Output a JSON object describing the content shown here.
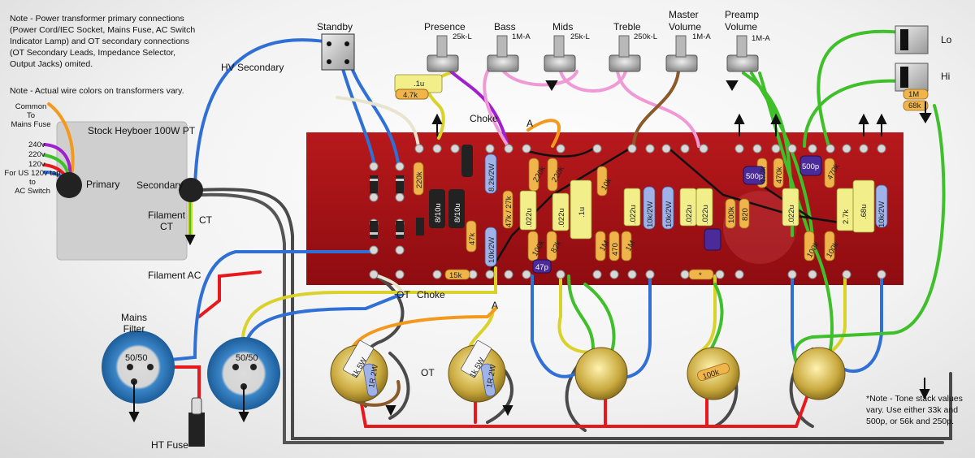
{
  "notes": {
    "note1": [
      "Note -  Power transformer primary connections",
      "(Power Cord/IEC Socket, Mains Fuse, AC Switch",
      "Indicator Lamp) and OT secondary connections",
      "(OT Secondary Leads, Impedance Selector,",
      "Output Jacks) omited."
    ],
    "note2": "Note -  Actual wire colors on transformers vary.",
    "tone_note": [
      "*Note -  Tone stack values",
      "vary.  Use  either 33k and",
      "500p, or 56k and 250p."
    ]
  },
  "transformer": {
    "title": "Stock Heyboer 100W PT",
    "common": [
      "Common",
      "To",
      "Mains Fuse"
    ],
    "taps": [
      "240v",
      "220v",
      "120v"
    ],
    "us_tap": [
      "For US 120v tap",
      "to",
      "AC Switch"
    ],
    "primary": "Primary",
    "secondary": "Secondary",
    "filament": [
      "Filament",
      "CT"
    ],
    "ct": "CT"
  },
  "labels": {
    "hv_secondary": "HV Secondary",
    "standby": "Standby",
    "choke_top": "Choke",
    "a_top": "A",
    "a_bottom": "A",
    "filament_ac": "Filament AC",
    "ot": "OT",
    "choke_bottom": "Choke",
    "ot_board": "OT",
    "mains_filter": [
      "Mains",
      "Filter"
    ],
    "ht_fuse": "HT Fuse",
    "lo": "Lo",
    "hi": "Hi"
  },
  "pots": [
    {
      "name": "Presence",
      "value": "25k-L"
    },
    {
      "name": "Bass",
      "value": "1M-A"
    },
    {
      "name": "Mids",
      "value": "25k-L"
    },
    {
      "name": "Treble",
      "value": "250k-L"
    },
    {
      "name": [
        "Master",
        "Volume"
      ],
      "value": "1M-A"
    },
    {
      "name": [
        "Preamp",
        "Volume"
      ],
      "value": "1M-A"
    }
  ],
  "caps_filter": [
    "50/50",
    "50/50"
  ],
  "components": {
    "cap_1u_top": ".1u",
    "res_4k7_top": "4.7k",
    "res_220k": "220k",
    "cap_8_10u_a": "8/10u",
    "cap_8_10u_b": "8/10u",
    "res_47k": "47k",
    "res_15k": "15k",
    "res_8k2": "8.2k/2W",
    "res_10k2w": "10k/2W",
    "res_47k27k": "47k / 27k",
    "cap_022_a": ".022u",
    "cap_022_b": ".022u",
    "res_220k_b": "220k",
    "res_220k_c": "220k",
    "res_100k_a": "100k",
    "res_82k": "82k",
    "cap_47p": "47p",
    "cap_1u_mid": ".1u",
    "res_10k": "10k",
    "res_1m": "1M",
    "res_470": "470",
    "res_1m_b": "1M",
    "cap_022_c": ".022u",
    "res_10k2w_b": "10k/2W",
    "res_10k2w_c": "10k/2W",
    "cap_022_d": ".022u",
    "cap_022_e": ".022u",
    "star": "*",
    "res_100k_b": "100k",
    "res_820": "820",
    "cap_500p_a": "500p",
    "res_470k_a": "470k",
    "res_470k_b": "470k",
    "cap_500p_b": "500p",
    "res_470k_c": "470k",
    "cap_022_f": ".022u",
    "res_100k_c": "100k",
    "res_100k_d": "100k",
    "res_2k7": "2.7k",
    "cap_68u": ".68u",
    "res_10k2w_d": "10k/2W",
    "res_1m_jack": "1M",
    "res_68k_jack": "68k",
    "res_1k5w_a": "1k 5W",
    "res_1r2w_a": "1R 2W",
    "res_1k5w_b": "1k 5W",
    "res_1r2w_b": "1R 2W",
    "res_100k_tube": "100k"
  },
  "colors": {
    "board": "#a50f12",
    "wire_blue": "#2f6fd6",
    "wire_red": "#e8191c",
    "wire_green": "#3fbf2a",
    "wire_yellow": "#d9d22b",
    "wire_orange": "#f39a1e",
    "wire_purple": "#a020d0",
    "wire_pink": "#ef9ad6",
    "wire_gray": "#4a4a4a",
    "wire_brown": "#8a5a2b",
    "resistor": "#efb44a",
    "cap_yellow": "#f2ef8a",
    "resistor_blue": "#9fb3e8"
  }
}
